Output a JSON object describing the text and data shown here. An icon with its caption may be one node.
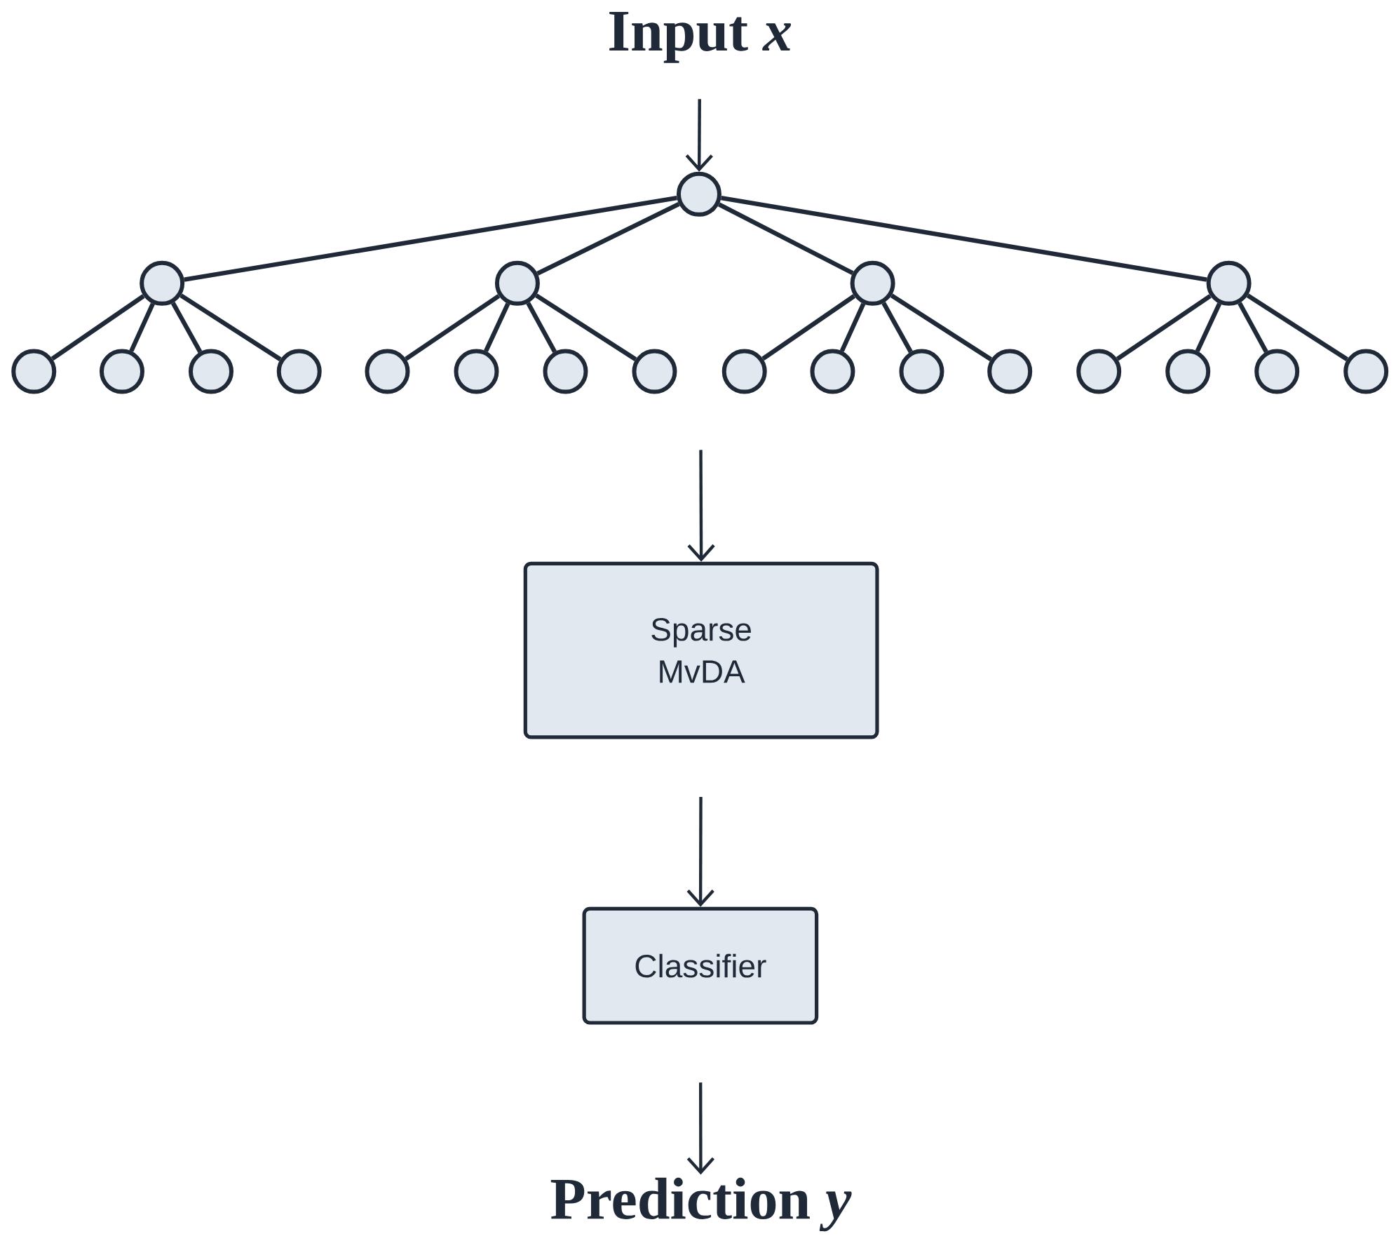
{
  "diagram": {
    "nodes": [
      {
        "text": [
          "Input *x*"
        ]
      },
      {
        "text": [],
        "shape": "circle"
      },
      {
        "text": [],
        "shape": "circle"
      },
      {
        "text": [],
        "shape": "circle"
      },
      {
        "text": [],
        "shape": "circle"
      },
      {
        "text": [],
        "shape": "circle"
      },
      {
        "text": [],
        "shape": "circle"
      },
      {
        "text": [],
        "shape": "circle"
      },
      {
        "text": [],
        "shape": "circle"
      },
      {
        "text": [],
        "shape": "circle"
      },
      {
        "text": [],
        "shape": "circle"
      },
      {
        "text": [],
        "shape": "circle"
      },
      {
        "text": [],
        "shape": "circle"
      },
      {
        "text": [],
        "shape": "circle"
      },
      {
        "text": [],
        "shape": "circle"
      },
      {
        "text": [],
        "shape": "circle"
      },
      {
        "text": [],
        "shape": "circle"
      },
      {
        "text": [],
        "shape": "circle"
      },
      {
        "text": [],
        "shape": "circle"
      },
      {
        "text": [],
        "shape": "circle"
      },
      {
        "text": [],
        "shape": "circle"
      },
      {
        "text": [],
        "shape": "circle"
      },
      {
        "text": [
          "Sparse MvDA"
        ]
      },
      {
        "text": [
          "Classifier"
        ]
      },
      {
        "text": [
          "Prediction *y*"
        ]
      }
    ],
    "edges": [
      {
        "from": 0,
        "to": 1,
        "arrow": "to"
      },
      {
        "from": 1,
        "to": 2,
        "arrow": "none"
      },
      {
        "from": 1,
        "to": 3,
        "arrow": "none"
      },
      {
        "from": 1,
        "to": 4,
        "arrow": "none"
      },
      {
        "from": 1,
        "to": 5,
        "arrow": "none"
      },
      {
        "from": 2,
        "to": 6,
        "arrow": "none"
      },
      {
        "from": 2,
        "to": 7,
        "arrow": "none"
      },
      {
        "from": 2,
        "to": 8,
        "arrow": "none"
      },
      {
        "from": 2,
        "to": 9,
        "arrow": "none"
      },
      {
        "from": 3,
        "to": 10,
        "arrow": "none"
      },
      {
        "from": 3,
        "to": 11,
        "arrow": "none"
      },
      {
        "from": 3,
        "to": 12,
        "arrow": "none"
      },
      {
        "from": 3,
        "to": 13,
        "arrow": "none"
      },
      {
        "from": 4,
        "to": 14,
        "arrow": "none"
      },
      {
        "from": 4,
        "to": 15,
        "arrow": "none"
      },
      {
        "from": 4,
        "to": 16,
        "arrow": "none"
      },
      {
        "from": 4,
        "to": 17,
        "arrow": "none"
      },
      {
        "from": 5,
        "to": 18,
        "arrow": "none"
      },
      {
        "from": 5,
        "to": 19,
        "arrow": "none"
      },
      {
        "from": 5,
        "to": 20,
        "arrow": "none"
      },
      {
        "from": 5,
        "to": 21,
        "arrow": "none"
      },
      {
        "from": null,
        "to": 22,
        "arrow": "to"
      },
      {
        "from": 22,
        "to": 23,
        "arrow": "to"
      },
      {
        "from": 23,
        "to": 24,
        "arrow": "to"
      }
    ]
  }
}
